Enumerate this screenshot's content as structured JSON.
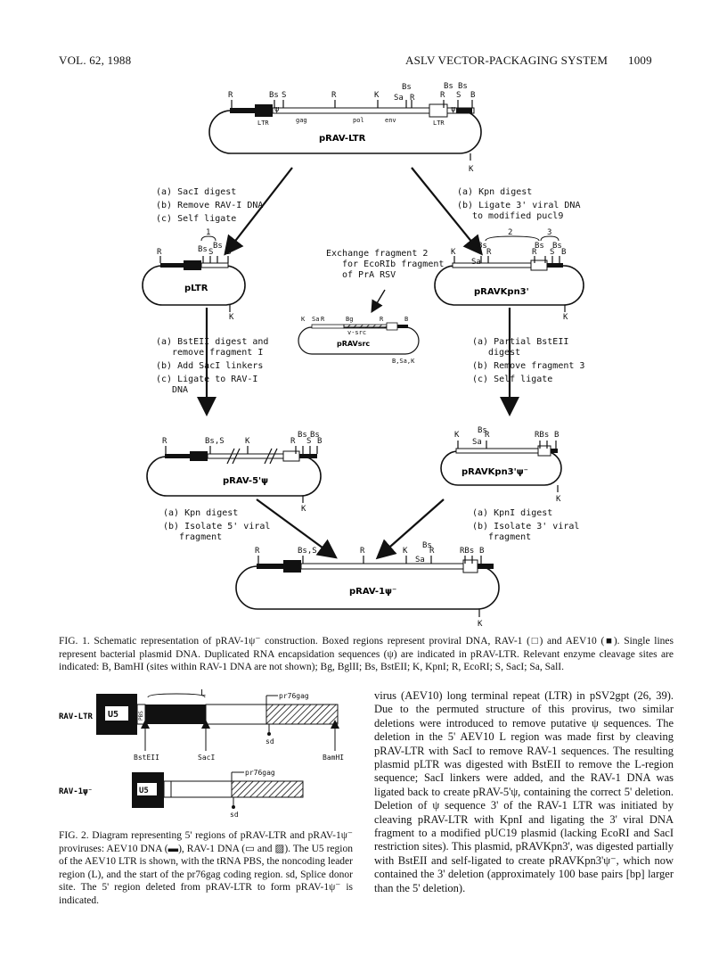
{
  "header": {
    "left": "VOL. 62, 1988",
    "center": "ASLV VECTOR-PACKAGING SYSTEM",
    "page": "1009"
  },
  "fig1": {
    "plasmids": {
      "pravltr": "pRAV-LTR",
      "pltr": "pLTR",
      "pravkpn3": "pRAVKpn3'",
      "pravsrc": "pRAVsrc",
      "prav5psi": "pRAV-5'ψ",
      "pravkpn3psi": "pRAVKpn3'ψ⁻",
      "prav1psi": "pRAV-1ψ⁻"
    },
    "steps": {
      "left1": [
        "(a) SacI digest",
        "(b) Remove RAV-I DNA",
        "(c) Self ligate"
      ],
      "right1": [
        "(a) Kpn digest",
        "(b) Ligate 3' viral DNA",
        "to modified pucl9"
      ],
      "exchange": [
        "Exchange fragment 2",
        "for EcoRIb fragment",
        "of PrA RSV"
      ],
      "left2": [
        "(a) BstEII digest and",
        "remove fragment I",
        "(b) Add SacI linkers",
        "(c) Ligate to RAV-I",
        "DNA"
      ],
      "right2": [
        "(a) Partial BstEII",
        "digest",
        "(b) Remove fragment 3",
        "(c) Self ligate"
      ],
      "left3": [
        "(a) Kpn digest",
        "(b) Isolate 5' viral",
        "fragment"
      ],
      "right3": [
        "(a) KpnI digest",
        "(b) Isolate 3' viral",
        "fragment"
      ]
    },
    "caption": "FIG. 1. Schematic representation of pRAV-1ψ⁻ construction. Boxed regions represent proviral DNA, RAV-1 (□) and AEV10 (■). Single lines represent bacterial plasmid DNA. Duplicated RNA encapsidation sequences (ψ) are indicated in pRAV-LTR. Relevant enzyme cleavage sites are indicated: B, BamHI (sites within RAV-1 DNA are not shown); Bg, BglII; Bs, BstEII; K, KpnI; R, EcoRI; S, SacI; Sa, SalI."
  },
  "fig2": {
    "row1": "RAV-LTR",
    "row2": "RAV-1ψ⁻",
    "u5": "U5",
    "pbs": "PBS",
    "l": "L",
    "pr76": "pr76gag",
    "sd": "sd",
    "bstEII": "BstEII",
    "sacI": "SacI",
    "bamHI": "BamHI",
    "caption": "FIG. 2. Diagram representing 5' regions of pRAV-LTR and pRAV-1ψ⁻ proviruses: AEV10 DNA (▬), RAV-1 DNA (▭ and ▨). The U5 region of the AEV10 LTR is shown, with the tRNA PBS, the noncoding leader region (L), and the start of the pr76gag coding region. sd, Splice donor site. The 5' region deleted from pRAV-LTR to form pRAV-1ψ⁻ is indicated."
  },
  "body": "virus (AEV10) long terminal repeat (LTR) in pSV2gpt (26, 39). Due to the permuted structure of this provirus, two similar deletions were introduced to remove putative ψ sequences. The deletion in the 5' AEV10 L region was made first by cleaving pRAV-LTR with SacI to remove RAV-1 sequences. The resulting plasmid pLTR was digested with BstEII to remove the L-region sequence; SacI linkers were added, and the RAV-1 DNA was ligated back to create pRAV-5'ψ, containing the correct 5' deletion. Deletion of ψ sequence 3' of the RAV-1 LTR was initiated by cleaving pRAV-LTR with KpnI and ligating the 3' viral DNA fragment to a modified pUC19 plasmid (lacking EcoRI and SacI restriction sites). This plasmid, pRAVKpn3', was digested partially with BstEII and self-ligated to create pRAVKpn3'ψ⁻, which now contained the 3' deletion (approximately 100 base pairs [bp] larger than the 5' deletion)."
}
